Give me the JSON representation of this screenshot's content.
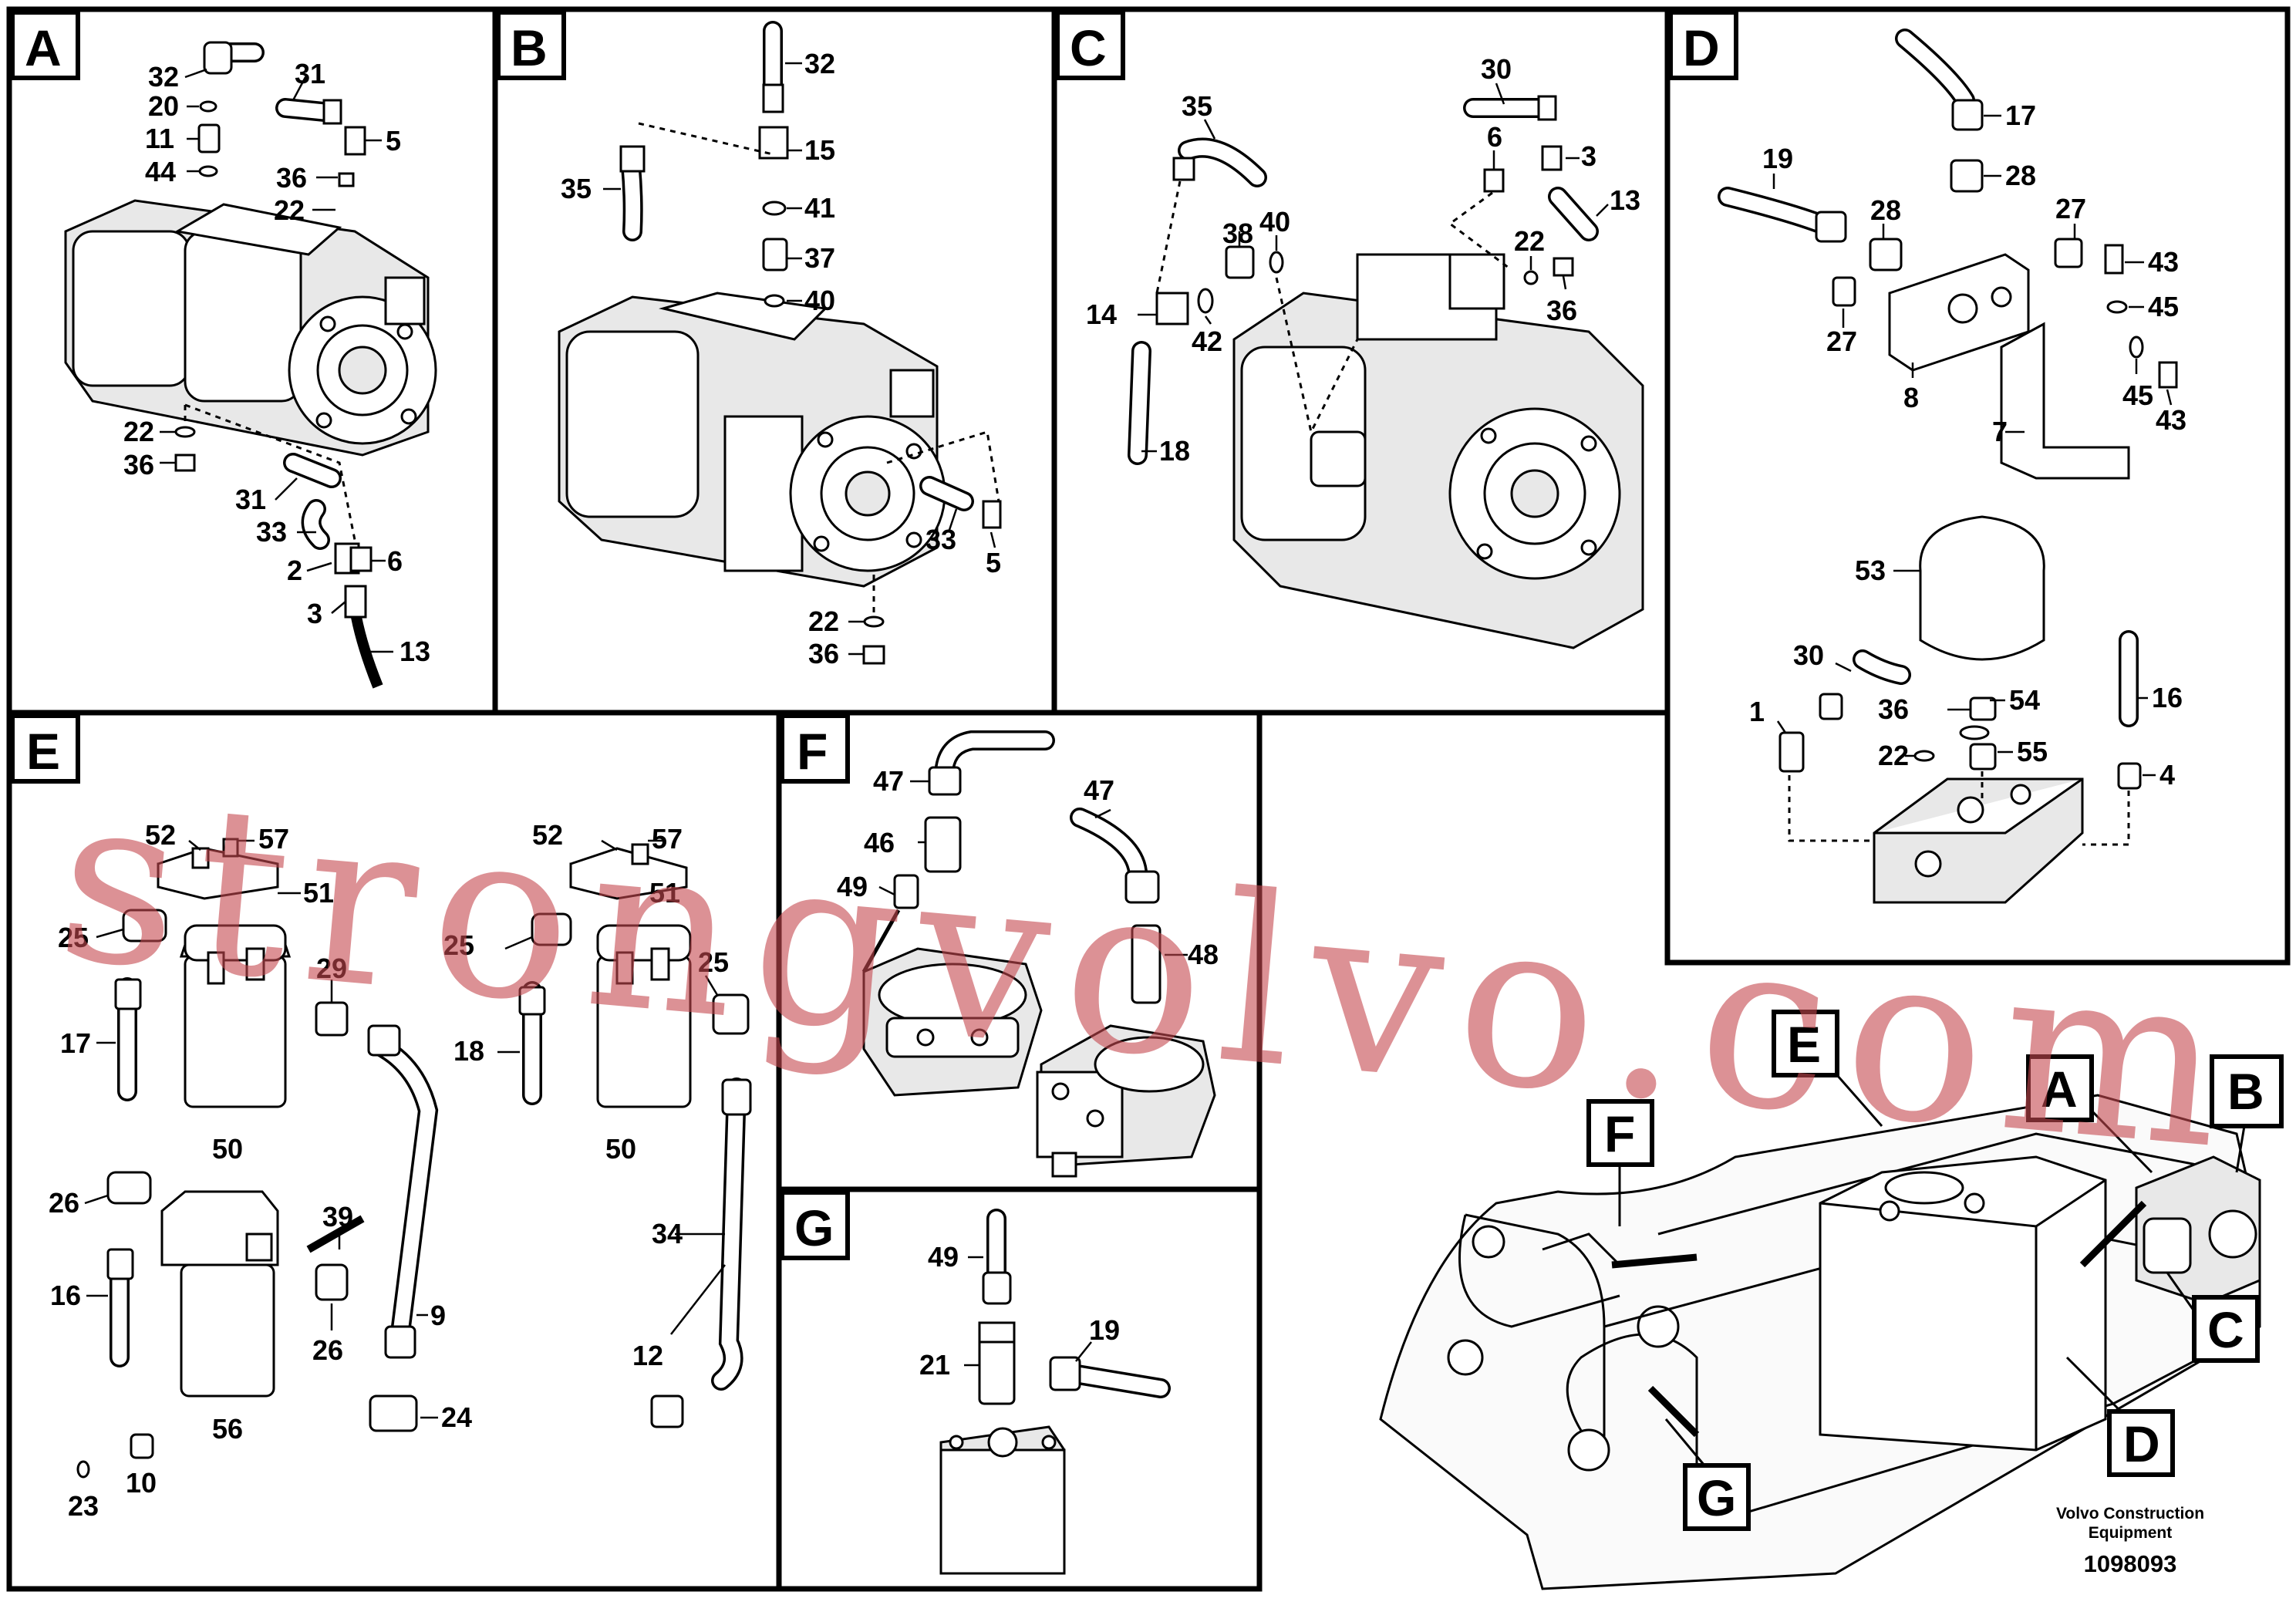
{
  "panels": {
    "A": {
      "letter": "A",
      "labels": [
        "32",
        "31",
        "20",
        "11",
        "5",
        "44",
        "36",
        "22",
        "22",
        "36",
        "31",
        "33",
        "2",
        "6",
        "3",
        "13"
      ]
    },
    "B": {
      "letter": "B",
      "labels": [
        "32",
        "35",
        "15",
        "41",
        "37",
        "40",
        "33",
        "5",
        "22",
        "36"
      ]
    },
    "C": {
      "letter": "C",
      "labels": [
        "30",
        "35",
        "6",
        "3",
        "13",
        "38",
        "40",
        "22",
        "14",
        "42",
        "36",
        "18"
      ]
    },
    "D": {
      "letter": "D",
      "labels": [
        "17",
        "19",
        "28",
        "28",
        "27",
        "43",
        "27",
        "45",
        "8",
        "45",
        "43",
        "7",
        "53",
        "30",
        "16",
        "1",
        "36",
        "54",
        "22",
        "55",
        "4"
      ]
    },
    "E": {
      "letter": "E",
      "labels": [
        "52",
        "57",
        "51",
        "25",
        "29",
        "17",
        "50",
        "26",
        "39",
        "16",
        "26",
        "9",
        "56",
        "23",
        "10",
        "24",
        "52",
        "57",
        "51",
        "25",
        "25",
        "18",
        "50",
        "34",
        "12"
      ]
    },
    "F": {
      "letter": "F",
      "labels": [
        "47",
        "47",
        "46",
        "49",
        "48"
      ]
    },
    "G": {
      "letter": "G",
      "labels": [
        "49",
        "19",
        "21"
      ]
    }
  },
  "overview": {
    "callouts": [
      "E",
      "F",
      "A",
      "B",
      "C",
      "D",
      "G"
    ]
  },
  "watermark": "strongvolvo.com",
  "footer": {
    "company_line1": "Volvo Construction",
    "company_line2": "Equipment",
    "ref_number": "1098093"
  },
  "colors": {
    "watermark": "#c4474f",
    "lines": "#000000",
    "background": "#ffffff"
  }
}
